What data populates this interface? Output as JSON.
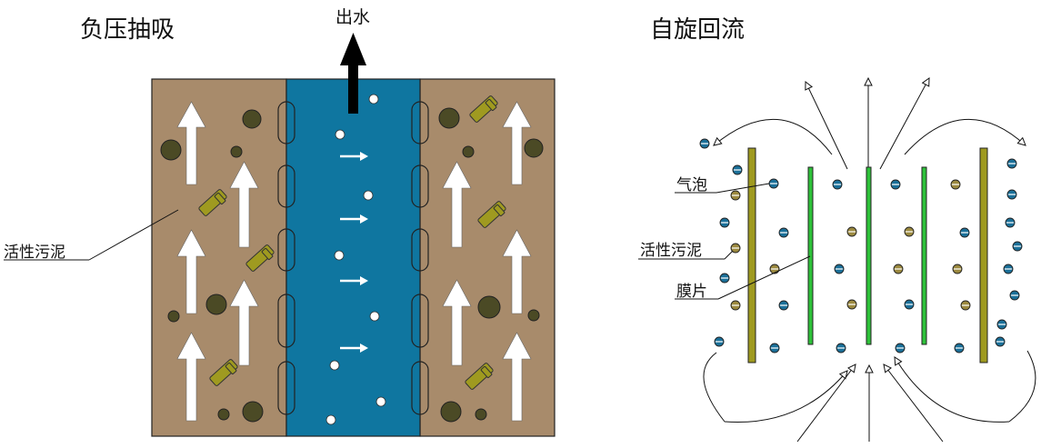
{
  "left_panel": {
    "title": "负压抽吸",
    "outflow_label": "出水",
    "sludge_label": "活性污泥"
  },
  "right_panel": {
    "title": "自旋回流",
    "bubble_label": "气泡",
    "sludge_label": "活性污泥",
    "membrane_label": "膜片"
  },
  "colors": {
    "sludge_zone": "#a88b6b",
    "water_channel": "#0f76a0",
    "dark_particle": "#4b4a25",
    "sludge_particle": "#9f9a20",
    "membrane_green": "#2ec23a",
    "membrane_olive": "#9f9a20",
    "bubble_blue": "#1b7099",
    "bubble_tan": "#9c8a40"
  },
  "icons": [
    "outflow-arrow-icon",
    "upflow-arrow-icon",
    "flow-arrow-icon",
    "bubble-icon",
    "sludge-particle-icon"
  ]
}
